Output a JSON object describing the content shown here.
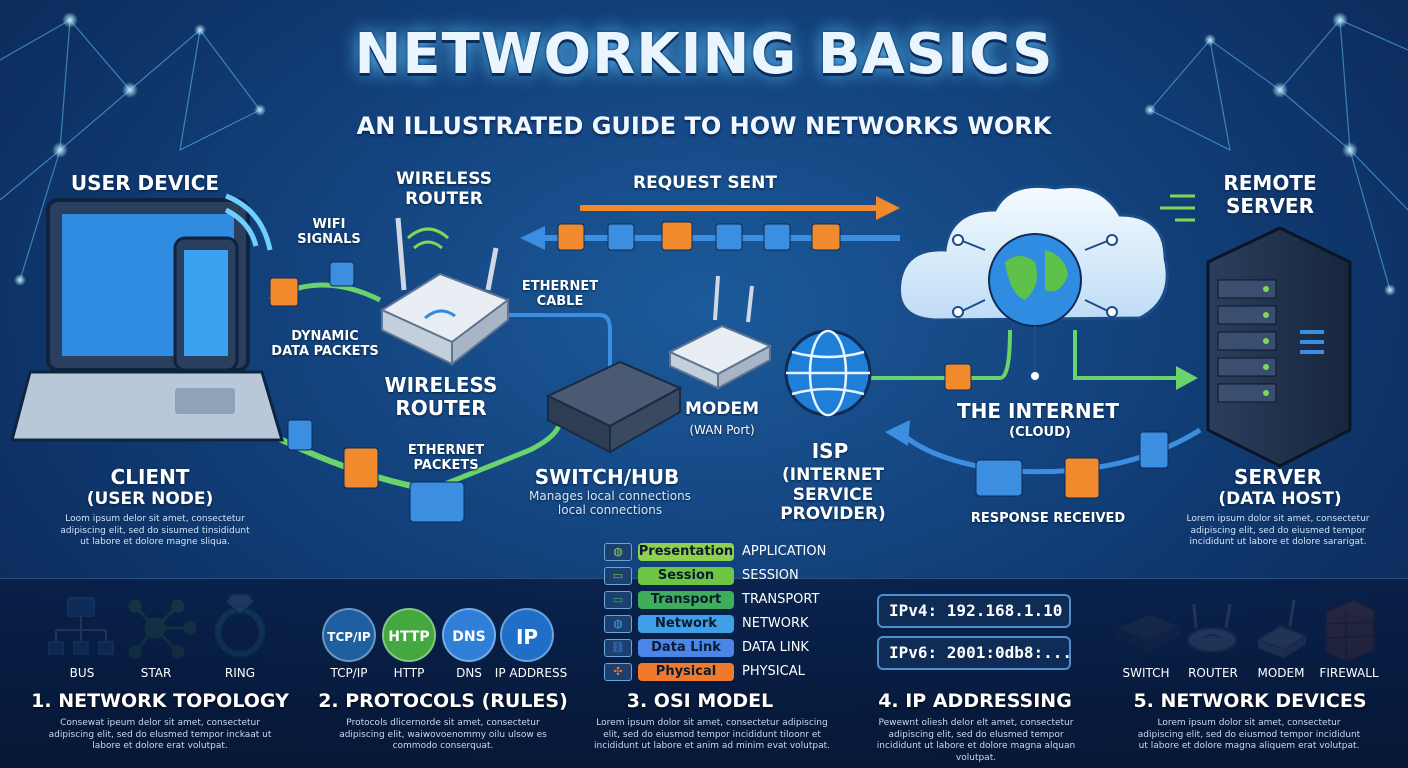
{
  "title": "NETWORKING BASICS",
  "subtitle": "AN ILLUSTRATED GUIDE TO HOW NETWORKS WORK",
  "diagram": {
    "user_device": "USER DEVICE",
    "wifi_signals": "WIFI\nSIGNALS",
    "dynamic_packets": "DYNAMIC\nDATA PACKETS",
    "wireless_router_top": "WIRELESS\nROUTER",
    "wireless_router_bottom": "WIRELESS\nROUTER",
    "request_sent": "REQUEST SENT",
    "ethernet_cable": "ETHERNET\nCABLE",
    "remote_server": "REMOTE\nSERVER",
    "client": "CLIENT",
    "client_sub": "(USER NODE)",
    "client_lorem": "Loom ipsum delor sit amet, consectetur adipiscing elit, sed do sisumed tinsididunt ut labore et dolore magne sliqua.",
    "ethernet_packets": "ETHERNET\nPACKETS",
    "switch_hub": "SWITCH/HUB",
    "switch_desc": "Manages local connections\nlocal connections",
    "modem": "MODEM",
    "modem_sub": "(WAN Port)",
    "isp": "ISP",
    "isp_sub": "(INTERNET\nSERVICE PROVIDER)",
    "the_internet": "THE INTERNET",
    "the_internet_sub": "(CLOUD)",
    "response_received": "RESPONSE RECEIVED",
    "server": "SERVER",
    "server_sub": "(DATA HOST)",
    "server_lorem": "Lorem ipsum dolor sit amet, consectetur adipiscing elit, sed do eiusmed tempor incididunt ut labore et dolore sararigat."
  },
  "sections": {
    "topology": {
      "title": "1. NETWORK TOPOLOGY",
      "items": [
        "BUS",
        "STAR",
        "RING"
      ],
      "lorem": "Consewat ipeum delor sit amet, consectetur adipiscing elit, sed do elusmed tempor inckaat ut labore et dolore erat volutpat."
    },
    "protocols": {
      "title": "2. PROTOCOLS (RULES)",
      "badges": [
        "TCP/IP",
        "HTTP",
        "DNS",
        "IP"
      ],
      "items": [
        "TCP/IP",
        "HTTP",
        "DNS",
        "IP ADDRESS"
      ],
      "lorem": "Protocols dlicernorde sit amet, consectetur adipiscing elit, waiwovoenommy oilu ulsow es commodo conserquat."
    },
    "osi": {
      "title": "3. OSI MODEL",
      "layers": [
        {
          "pill": "Presentation",
          "name": "APPLICATION",
          "color": "#8fd14f"
        },
        {
          "pill": "Session",
          "name": "SESSION",
          "color": "#6cc644"
        },
        {
          "pill": "Transport",
          "name": "TRANSPORT",
          "color": "#3fae5a"
        },
        {
          "pill": "Network",
          "name": "NETWORK",
          "color": "#3fa0e8"
        },
        {
          "pill": "Data Link",
          "name": "DATA LINK",
          "color": "#4a86e8"
        },
        {
          "pill": "Physical",
          "name": "PHYSICAL",
          "color": "#f07a2c"
        }
      ],
      "lorem": "Lorem ipsum dolor sit amet, consectetur adipiscing elit, sed do eiusmod tempor incididunt tiloonr et incididunt ut labore et anim ad minim evat volutpat."
    },
    "ip": {
      "title": "4. IP ADDRESSING",
      "ipv4": "IPv4: 192.168.1.10",
      "ipv6": "IPv6: 2001:0db8:...",
      "lorem": "Pewewnt oliesh delor elt amet, consectetur adipiscing elit, sed do elusmed tempor incididunt ut labore et dolore magna alquan volutpat."
    },
    "devices": {
      "title": "5. NETWORK DEVICES",
      "items": [
        "SWITCH",
        "ROUTER",
        "MODEM",
        "FIREWALL"
      ],
      "lorem": "Lorem ipsum dolor sit amet, consectetur adipiscing elit, sed do eiusmod tempor incididunt ut labore et dolore magna aliquem erat volutpat."
    }
  }
}
